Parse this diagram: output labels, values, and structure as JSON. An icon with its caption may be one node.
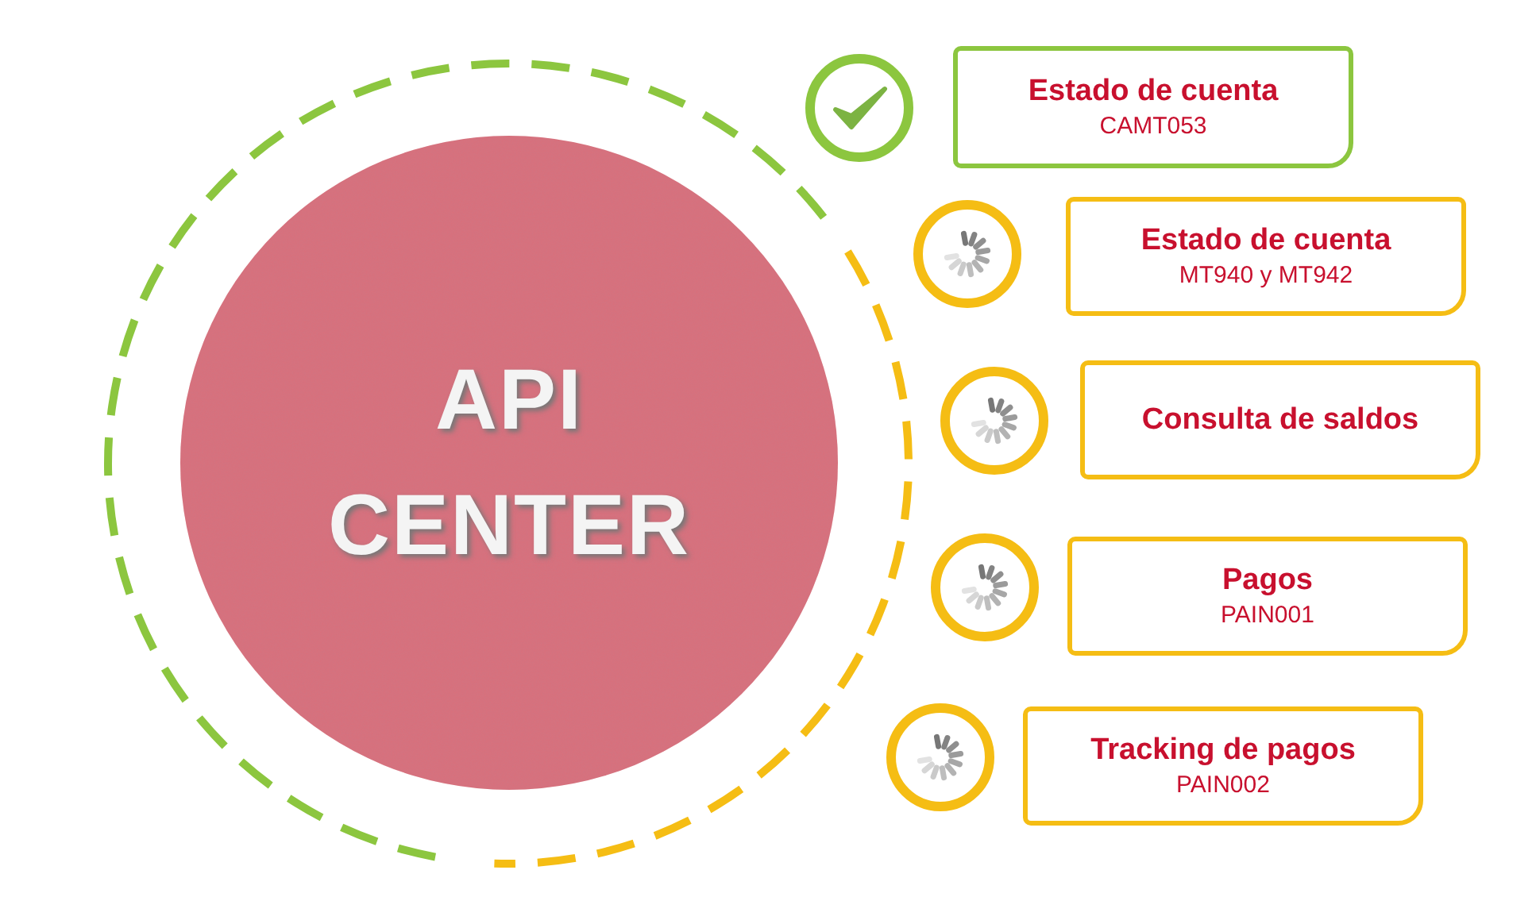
{
  "diagram": {
    "nodes": [
      {
        "text": [
          "API CENTER"
        ]
      },
      {
        "text": [
          "Estado de cuenta",
          "CAMT053"
        ]
      },
      {
        "text": [
          "Estado de cuenta",
          "MT940 y MT942"
        ]
      },
      {
        "text": [
          "Consulta de saldos"
        ]
      },
      {
        "text": [
          "Pagos",
          "PAIN001"
        ]
      },
      {
        "text": [
          "Tracking de pagos",
          "PAIN002"
        ]
      }
    ]
  }
}
